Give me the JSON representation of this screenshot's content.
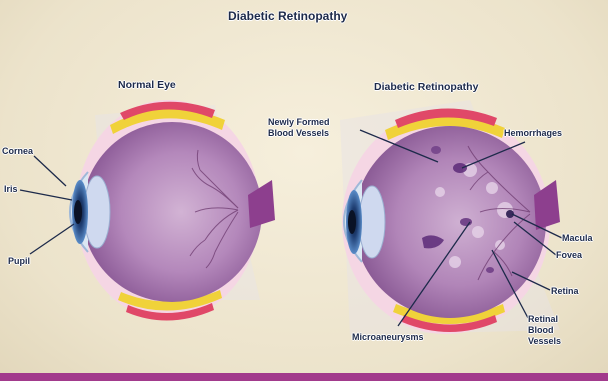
{
  "title": "Diabetic Retinopathy",
  "normal_eye": {
    "heading": "Normal Eye",
    "labels": {
      "cornea": "Cornea",
      "iris": "Iris",
      "pupil": "Pupil"
    }
  },
  "diabetic_eye": {
    "heading": "Diabetic Retinopathy",
    "labels": {
      "new_vessels_line1": "Newly Formed",
      "new_vessels_line2": "Blood Vessels",
      "hemorrhages": "Hemorrhages",
      "macula": "Macula",
      "fovea": "Fovea",
      "retina": "Retina",
      "retinal_vessels_line1": "Retinal",
      "retinal_vessels_line2": "Blood",
      "retinal_vessels_line3": "Vessels",
      "microaneurysms": "Microaneurysms"
    }
  },
  "colors": {
    "background": "#efe7d2",
    "eyeball": "#b98bbf",
    "iris": "#2e5d9c",
    "label_text": "#1d2a4a",
    "bottom_bar": "#a23a8c"
  }
}
